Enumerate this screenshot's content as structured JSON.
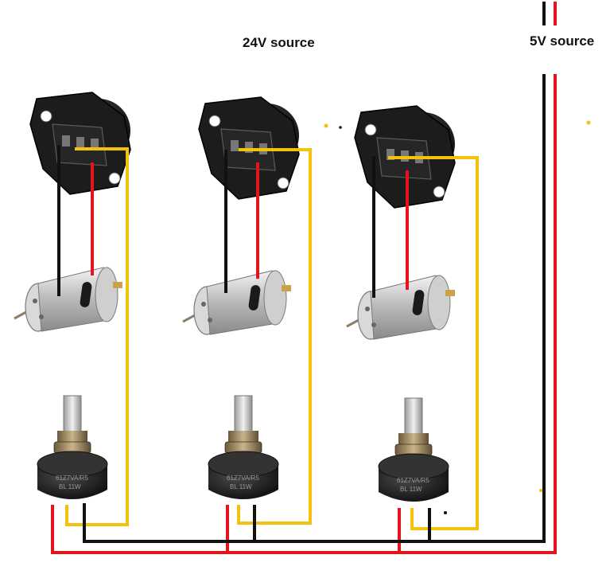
{
  "labels": {
    "source_24v": "24V source",
    "source_5v": "5V source"
  },
  "pot_marking": {
    "line1": "61Z7VA/R5",
    "line2": "BL  11W"
  },
  "wire_colors": {
    "black": "#111111",
    "red": "#e4141c",
    "yellow": "#f2c20f"
  },
  "stages": [
    {
      "name": "stage-1",
      "components": [
        "socket",
        "motor",
        "potentiometer"
      ]
    },
    {
      "name": "stage-2",
      "components": [
        "socket",
        "motor",
        "potentiometer"
      ]
    },
    {
      "name": "stage-3",
      "components": [
        "socket",
        "motor",
        "potentiometer"
      ]
    }
  ]
}
